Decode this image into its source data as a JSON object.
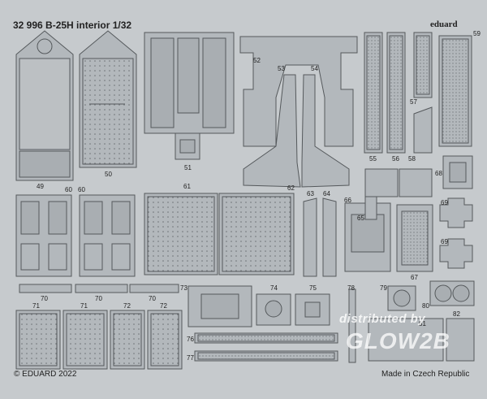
{
  "sheet": {
    "title": "32 996 B-25H interior 1/32",
    "brand": "eduard",
    "copyright": "© EDUARD 2022",
    "made_in": "Made in Czech Republic",
    "watermark_line": "distributed by",
    "watermark_logo": "GLOW2B"
  },
  "part_labels": [
    "49",
    "50",
    "51",
    "52",
    "53",
    "54",
    "55",
    "56",
    "57",
    "58",
    "59",
    "60",
    "60",
    "61",
    "62",
    "63",
    "64",
    "65",
    "66",
    "67",
    "68",
    "69",
    "69",
    "70",
    "70",
    "70",
    "71",
    "71",
    "72",
    "72",
    "73",
    "74",
    "75",
    "76",
    "77",
    "78",
    "79",
    "80",
    "81",
    "82"
  ],
  "colors": {
    "sheet": "#c6cacd",
    "part_fill": "#b3b8bc",
    "part_edge": "#55595c",
    "text": "#1c1c1c"
  }
}
